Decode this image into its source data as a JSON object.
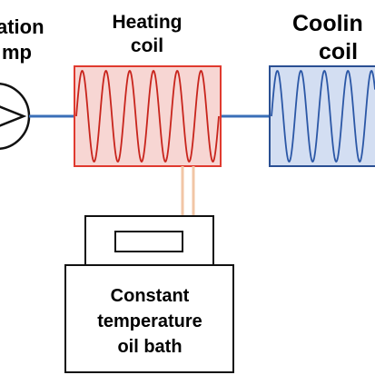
{
  "labels": {
    "pump_line1": "ation",
    "pump_line2": "mp",
    "heating_line1": "Heating",
    "heating_line2": "coil",
    "cooling_line1": "Coolin",
    "cooling_line2": "coil",
    "bath_line1": "Constant",
    "bath_line2": "temperature",
    "bath_line3": "oil bath"
  },
  "colors": {
    "heating_fill": "#f7d6d3",
    "heating_border": "#e03a2f",
    "heating_wave": "#c8241c",
    "cooling_fill": "#d3def2",
    "cooling_border": "#2a4f93",
    "cooling_wave": "#2b57a6",
    "pipe": "#3a6fb8",
    "oil_tube": "#f2c6a6",
    "outline": "#111111"
  },
  "icons": {
    "pump": "pump-symbol-icon",
    "heating_coil": "heating-coil-wave-icon",
    "cooling_coil": "cooling-coil-wave-icon",
    "bath_display": "bath-display-window-icon"
  }
}
